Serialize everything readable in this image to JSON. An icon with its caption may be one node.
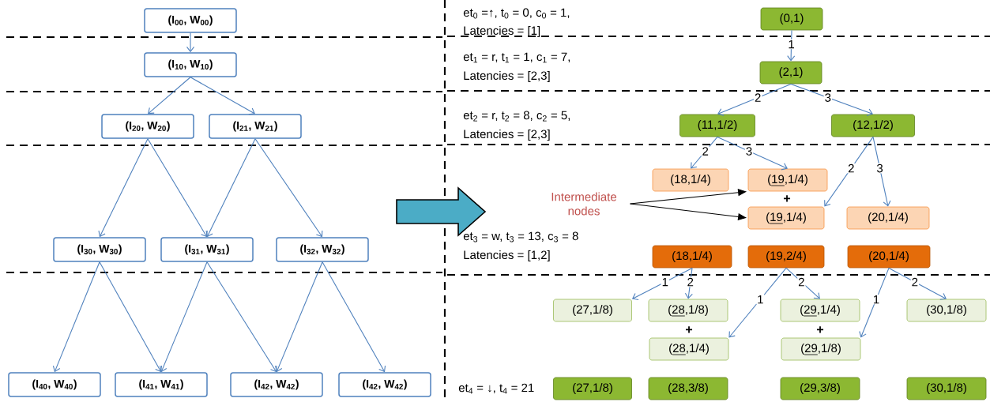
{
  "diagram": {
    "nodes": [
      {
        "text": [
          "(I$_{00}$, W$_{00}$)"
        ]
      },
      {
        "text": [
          "(I$_{10}$, W$_{10}$)"
        ]
      },
      {
        "text": [
          "(I$_{20}$, W$_{20}$)"
        ]
      },
      {
        "text": [
          "(I$_{21}$, W$_{21}$)"
        ]
      },
      {
        "text": [
          "(I$_{30}$, W$_{30}$)"
        ]
      },
      {
        "text": [
          "(I$_{31}$, W$_{31}$)"
        ]
      },
      {
        "text": [
          "(I$_{32}$, W$_{32}$)"
        ]
      },
      {
        "text": [
          "(I$_{40}$, W$_{40}$)"
        ]
      },
      {
        "text": [
          "(I$_{41}$, W$_{41}$)"
        ]
      },
      {
        "text": [
          "(I$_{42}$, W$_{42}$)"
        ]
      },
      {
        "text": [
          "(I$_{42}$, W$_{42}$)"
        ]
      },
      {
        "text": [
          "(0,1)"
        ]
      },
      {
        "text": [
          "(2,1)"
        ]
      },
      {
        "text": [
          "(11,1/2)"
        ]
      },
      {
        "text": [
          "(12,1/2)"
        ]
      },
      {
        "text": [
          "(18,1/4)"
        ]
      },
      {
        "text": [
          "(19,1/4)"
        ]
      },
      {
        "text": [
          "(19,1/4)"
        ]
      },
      {
        "text": [
          "(20,1/4)"
        ]
      },
      {
        "text": [
          "(18,1/4)"
        ]
      },
      {
        "text": [
          "(19,2/4)"
        ]
      },
      {
        "text": [
          "(20,1/4)"
        ]
      },
      {
        "text": [
          "(27,1/8)"
        ]
      },
      {
        "text": [
          "(28,1/8)"
        ]
      },
      {
        "text": [
          "(29,1/4)"
        ]
      },
      {
        "text": [
          "(30,1/8)"
        ]
      },
      {
        "text": [
          "(28,1/4)"
        ]
      },
      {
        "text": [
          "(29,1/8)"
        ]
      },
      {
        "text": [
          "(27,1/8)"
        ]
      },
      {
        "text": [
          "(28,3/8)"
        ]
      },
      {
        "text": [
          "(29,3/8)"
        ]
      },
      {
        "text": [
          "(30,1/8)"
        ]
      },
      {
        "text": [
          "Intermediate nodes"
        ]
      }
    ],
    "edges": [
      {
        "from": 0,
        "to": 1,
        "arrow": "to"
      },
      {
        "from": 1,
        "to": 2,
        "arrow": "to"
      },
      {
        "from": 1,
        "to": 3,
        "arrow": "to"
      },
      {
        "from": 2,
        "to": 4,
        "arrow": "to"
      },
      {
        "from": 2,
        "to": 5,
        "arrow": "to"
      },
      {
        "from": 3,
        "to": 5,
        "arrow": "to"
      },
      {
        "from": 3,
        "to": 6,
        "arrow": "to"
      },
      {
        "from": 4,
        "to": 7,
        "arrow": "to"
      },
      {
        "from": 4,
        "to": 8,
        "arrow": "to"
      },
      {
        "from": 5,
        "to": 8,
        "arrow": "to"
      },
      {
        "from": 5,
        "to": 9,
        "arrow": "to"
      },
      {
        "from": 6,
        "to": 9,
        "arrow": "to"
      },
      {
        "from": 6,
        "to": 10,
        "arrow": "to"
      },
      {
        "from": 11,
        "to": 12,
        "arrow": "to",
        "label": "1"
      },
      {
        "from": 12,
        "to": 13,
        "arrow": "to",
        "label": "2"
      },
      {
        "from": 12,
        "to": 14,
        "arrow": "to",
        "label": "3"
      },
      {
        "from": 13,
        "to": 15,
        "arrow": "to",
        "label": "2"
      },
      {
        "from": 13,
        "to": 16,
        "arrow": "to",
        "label": "3"
      },
      {
        "from": 14,
        "to": 17,
        "arrow": "to",
        "label": "2"
      },
      {
        "from": 14,
        "to": 18,
        "arrow": "to",
        "label": "3"
      },
      {
        "from": 19,
        "to": 22,
        "arrow": "to",
        "label": "1"
      },
      {
        "from": 19,
        "to": 23,
        "arrow": "to",
        "label": "2"
      },
      {
        "from": 20,
        "to": 26,
        "arrow": "to",
        "label": "1"
      },
      {
        "from": 20,
        "to": 24,
        "arrow": "to",
        "label": "2"
      },
      {
        "from": 21,
        "to": 27,
        "arrow": "to",
        "label": "1"
      },
      {
        "from": 21,
        "to": 25,
        "arrow": "to",
        "label": "2"
      },
      {
        "from": 32,
        "to": 16,
        "arrow": "to",
        "color": "#000000"
      },
      {
        "from": 32,
        "to": 17,
        "arrow": "to",
        "color": "#000000"
      }
    ],
    "labels": [
      "et$_{0}$ =↑, t$_{0}$ = 0, c$_{0}$ = 1,",
      "Latencies = [1]",
      "et$_{1}$ = r, t$_{1}$ = 1, c$_{1}$ = 7,",
      "Latencies = [2,3]",
      "et$_{2}$ = r, t$_{2}$ = 8, c$_{2}$ = 5,",
      "Latencies = [2,3]",
      "et$_{3}$ = w, t$_{3}$ = 13, c$_{3}$ = 8",
      "Latencies = [1,2]",
      "et$_{4}$ = ↓, t$_{4}$ = 21",
      "+",
      "+",
      "+"
    ]
  }
}
